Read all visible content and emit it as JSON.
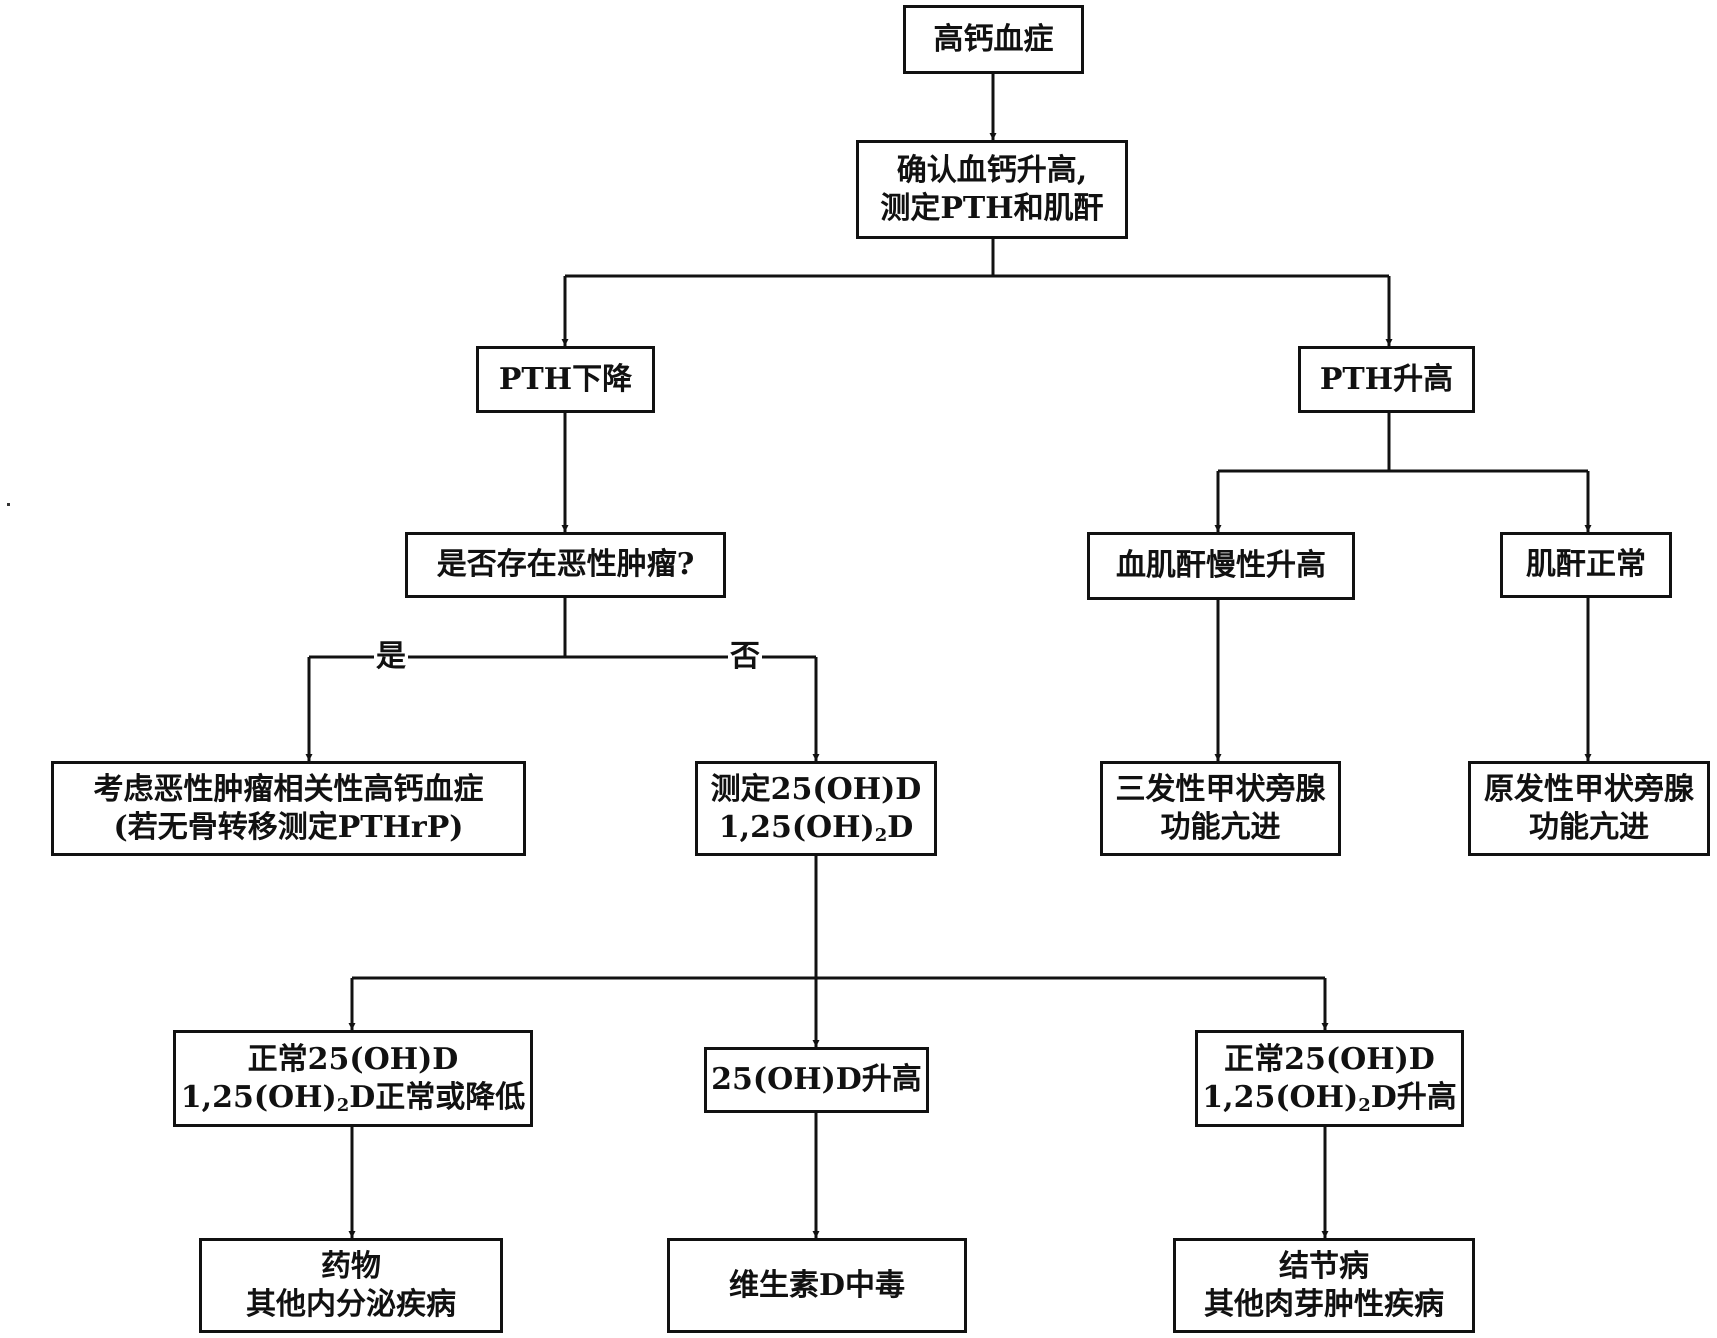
{
  "nodes": {
    "hypercalcemia": "高钙血症",
    "confirm": [
      "确认血钙升高,",
      "测定PTH和肌酐"
    ],
    "pth_low": "PTH下降",
    "pth_high": "PTH升高",
    "malignancy_q": "是否存在恶性肿瘤?",
    "cr_chronic_high": "血肌酐慢性升高",
    "cr_normal": "肌酐正常",
    "malignancy_hc": [
      "考虑恶性肿瘤相关性高钙血症",
      "(若无骨转移测定PTHrP)"
    ],
    "measure_vitd": {
      "line1": "测定25(OH)D",
      "pre": "1,25(OH)",
      "sub": "2",
      "post": "D"
    },
    "tertiary_hpt": [
      "三发性甲状旁腺",
      "功能亢进"
    ],
    "primary_hpt": [
      "原发性甲状旁腺",
      "功能亢进"
    ],
    "vitd_normal_low": {
      "line1": "正常25(OH)D",
      "pre": "1,25(OH)",
      "sub": "2",
      "post": "D正常或降低"
    },
    "vitd_25_high": "25(OH)D升高",
    "vitd_normal_high": {
      "line1": "正常25(OH)D",
      "pre": "1,25(OH)",
      "sub": "2",
      "post": "D升高"
    },
    "drugs_endocrine": [
      "药物",
      "其他内分泌疾病"
    ],
    "vitd_toxicity": "维生素D中毒",
    "sarcoid_granuloma": [
      "结节病",
      "其他肉芽肿性疾病"
    ]
  },
  "edge_labels": {
    "yes": "是",
    "no": "否"
  },
  "colors": {
    "line": "#111111",
    "background": "#ffffff"
  }
}
